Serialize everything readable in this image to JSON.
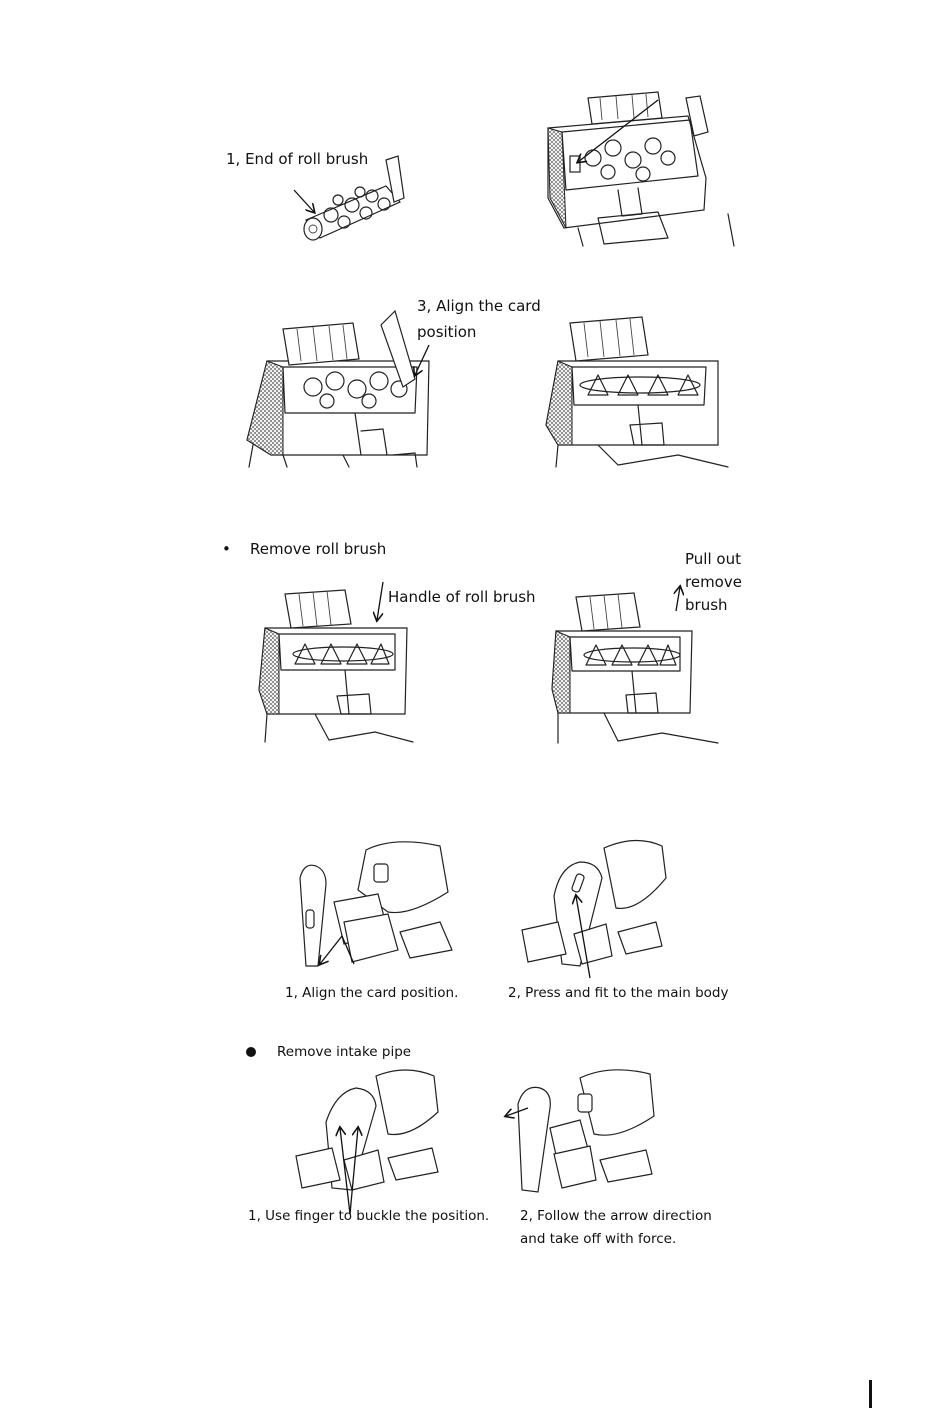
{
  "section1": {
    "end_of_roll_brush": "1, End of roll brush",
    "align_card": "3, Align the card",
    "align_card_2": "position"
  },
  "section2": {
    "heading_marker": "•",
    "heading": "Remove roll brush",
    "handle_label": "Handle of roll brush",
    "pull_out_1": "Pull out",
    "pull_out_2": "remove",
    "pull_out_3": "brush"
  },
  "section3": {
    "install_step1": "1, Align the card position.",
    "install_step2": "2, Press and fit to the main body",
    "heading": "Remove intake pipe",
    "remove_step1": "1, Use finger to buckle the position.",
    "remove_step2_1": "2, Follow the arrow direction",
    "remove_step2_2": "and take off with force."
  }
}
